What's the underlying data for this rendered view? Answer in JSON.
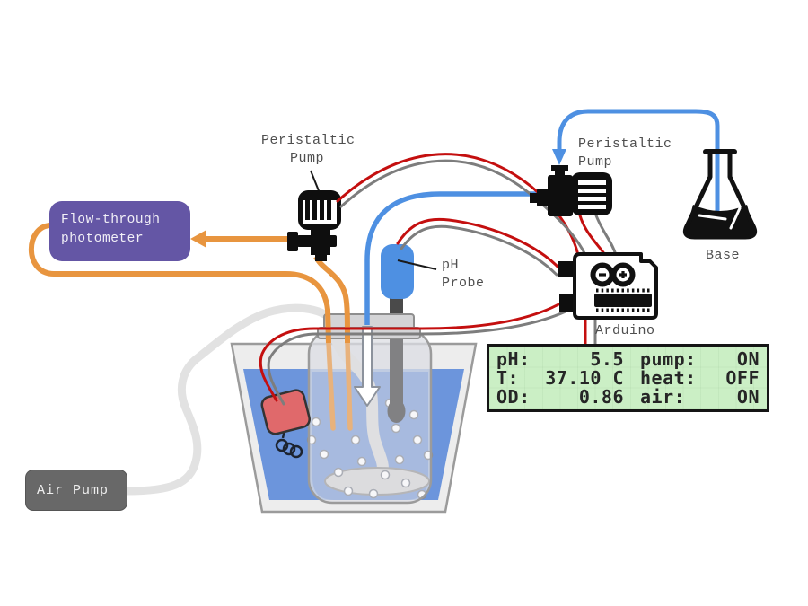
{
  "labels": {
    "pump_left": "Peristaltic\nPump",
    "pump_right": "Peristaltic\nPump",
    "ph_probe": "pH\nProbe",
    "base": "Base",
    "arduino": "Arduino"
  },
  "photometer": {
    "label": "Flow-through\nphotometer"
  },
  "air_pump": {
    "label": "Air Pump"
  },
  "lcd": {
    "rows": [
      {
        "p1": "pH:",
        "v1": "5.5",
        "p2": "pump:",
        "v2": "ON"
      },
      {
        "p1": "T:",
        "v1": "37.10 C",
        "p2": "heat:",
        "v2": "OFF"
      },
      {
        "p1": "OD:",
        "v1": "0.86",
        "p2": "air:",
        "v2": "ON"
      }
    ]
  },
  "colors": {
    "tube_orange": "#E8953F",
    "tube_blue": "#4E90E2",
    "wire_red": "#C40F0F",
    "wire_gray": "#7D7D7D",
    "tube_air": "#E2E2E2",
    "photometer_purple": "#6456A5",
    "air_pump_gray": "#686868",
    "bath_water": "#6C95DC",
    "jar_liquid": "#7E9DD6",
    "heater_red": "#E0696B",
    "lcd_bg": "#CBEFC5",
    "lcd_text": "#262626",
    "label_text": "#4F4F4F",
    "icon_black": "#0E0E0E"
  }
}
